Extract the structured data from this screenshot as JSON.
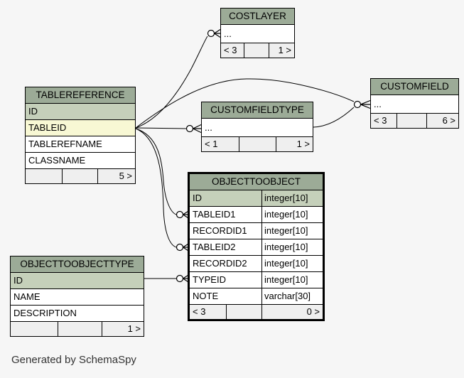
{
  "page": {
    "generated_by": "Generated by SchemaSpy"
  },
  "colors": {
    "canvas_bg": "#f6f6f6",
    "table_header_bg": "#9cab97",
    "primary_key_bg": "#c5d0ba",
    "indexed_column_bg": "#f8f8d4",
    "footer_bg": "#efefef",
    "border": "#000000"
  },
  "tables": {
    "costlayer": {
      "title": "COSTLAYER",
      "ellipsis": "...",
      "footer": {
        "left": "< 3",
        "mid": "",
        "right": "1 >"
      }
    },
    "customfield": {
      "title": "CUSTOMFIELD",
      "ellipsis": "...",
      "footer": {
        "left": "< 3",
        "mid": "",
        "right": "6 >"
      }
    },
    "tablereference": {
      "title": "TABLEREFERENCE",
      "rows": [
        {
          "label": "ID"
        },
        {
          "label": "TABLEID"
        },
        {
          "label": "TABLEREFNAME"
        },
        {
          "label": "CLASSNAME"
        }
      ],
      "footer": {
        "left": "",
        "mid": "",
        "right": "5 >"
      }
    },
    "customfieldtype": {
      "title": "CUSTOMFIELDTYPE",
      "ellipsis": "...",
      "footer": {
        "left": "< 1",
        "mid": "",
        "right": "1 >"
      }
    },
    "objecttoobject": {
      "title": "OBJECTTOOBJECT",
      "rows": [
        {
          "label": "ID",
          "type": "integer[10]"
        },
        {
          "label": "TABLEID1",
          "type": "integer[10]"
        },
        {
          "label": "RECORDID1",
          "type": "integer[10]"
        },
        {
          "label": "TABLEID2",
          "type": "integer[10]"
        },
        {
          "label": "RECORDID2",
          "type": "integer[10]"
        },
        {
          "label": "TYPEID",
          "type": "integer[10]"
        },
        {
          "label": "NOTE",
          "type": "varchar[30]"
        }
      ],
      "footer": {
        "left": "< 3",
        "mid": "",
        "right": "0 >"
      }
    },
    "objecttoobjecttype": {
      "title": "OBJECTTOOBJECTTYPE",
      "rows": [
        {
          "label": "ID"
        },
        {
          "label": "NAME"
        },
        {
          "label": "DESCRIPTION"
        }
      ],
      "footer": {
        "left": "",
        "mid": "",
        "right": "1 >"
      }
    }
  }
}
